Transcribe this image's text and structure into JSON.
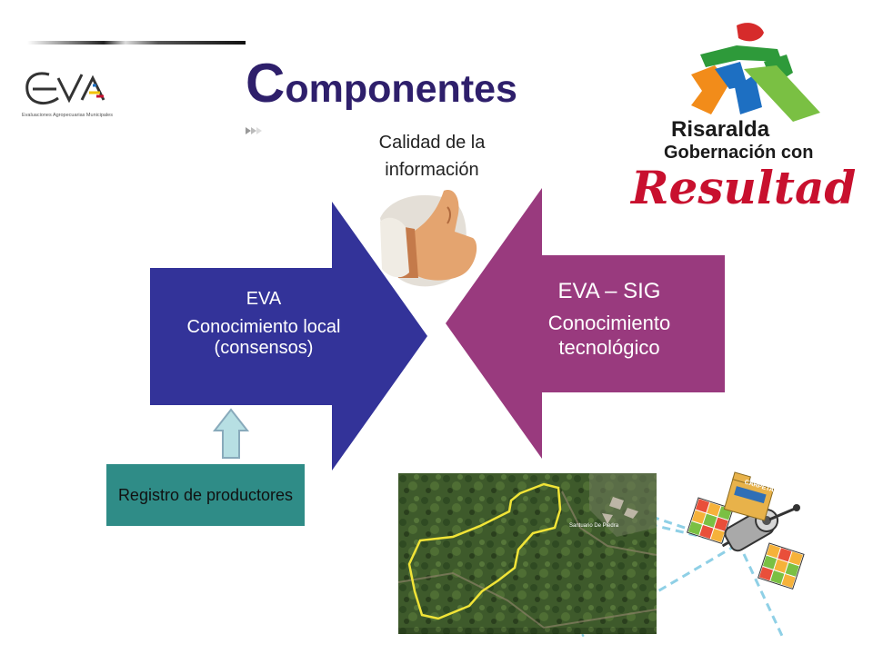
{
  "title": {
    "first_letter": "C",
    "rest": "omponentes"
  },
  "eva_logo": {
    "mark": "EVA",
    "tagline": "Evaluaciones Agropecuarias Municipales"
  },
  "quality": {
    "label": "Calidad de la información"
  },
  "left_arrow": {
    "title": "EVA",
    "text": "Conocimiento local (consensos)",
    "color": "#333399"
  },
  "right_arrow": {
    "title": "EVA – SIG",
    "text": "Conocimiento tecnológico",
    "color": "#993a7e"
  },
  "registro": {
    "label": "Registro de productores"
  },
  "risaralda": {
    "line1": "Risaralda",
    "line2": "Gobernación con",
    "line3": "Resultados"
  },
  "satellite": {
    "folder_label": "CARPETA"
  },
  "map": {
    "place_label": "Santuario De Piedra"
  }
}
